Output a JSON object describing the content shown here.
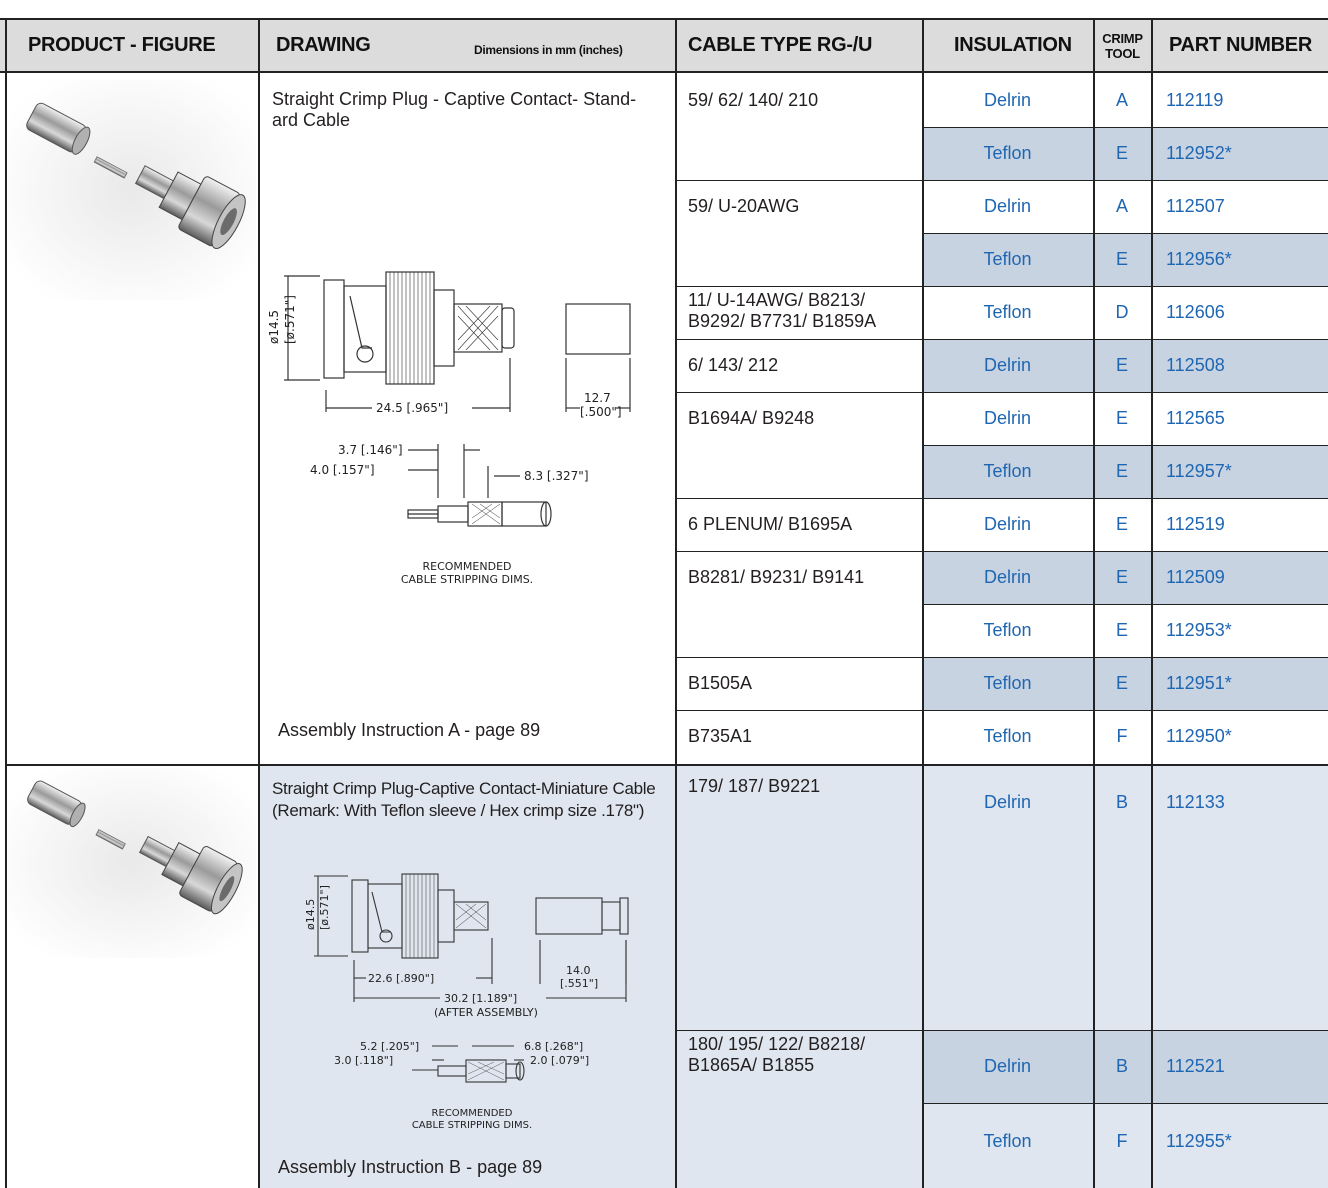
{
  "header": {
    "product_figure": "PRODUCT - FIGURE",
    "drawing": "DRAWING",
    "dimensions_note": "Dimensions in mm (inches)",
    "cable_type": "CABLE TYPE RG-/U",
    "insulation": "INSULATION",
    "crimp_tool_line1": "CRIMP",
    "crimp_tool_line2": "TOOL",
    "part_number": "PART NUMBER"
  },
  "section1": {
    "title": "Straight Crimp Plug - Captive Contact- Stand-ard Cable",
    "title_line1": "Straight Crimp Plug - Captive Contact- Stand-",
    "title_line2": "ard Cable",
    "assembly": "Assembly Instruction A - page 89",
    "drawing_labels": {
      "dia": "ø14.5",
      "dia_in": "[ø.571\"]",
      "len": "24.5 [.965\"]",
      "sleeve": "12.7",
      "sleeve_in": "[.500\"]",
      "d1": "3.7 [.146\"]",
      "d2": "4.0 [.157\"]",
      "d3": "8.3 [.327\"]",
      "rec1": "RECOMMENDED",
      "rec2": "CABLE STRIPPING DIMS."
    },
    "cables": [
      {
        "cable": "59/ 62/ 140/ 210",
        "rows": [
          {
            "ins": "Delrin",
            "tool": "A",
            "part": "112119"
          },
          {
            "ins": "Teflon",
            "tool": "E",
            "part": "112952*"
          }
        ]
      },
      {
        "cable": "59/ U-20AWG",
        "rows": [
          {
            "ins": "Delrin",
            "tool": "A",
            "part": "112507"
          },
          {
            "ins": "Teflon",
            "tool": "E",
            "part": "112956*"
          }
        ]
      },
      {
        "cable": "11/ U-14AWG/ B8213/ B9292/ B7731/ B1859A",
        "cable_line1": "11/ U-14AWG/ B8213/",
        "cable_line2": "B9292/ B7731/ B1859A",
        "rows": [
          {
            "ins": "Teflon",
            "tool": "D",
            "part": "112606"
          }
        ]
      },
      {
        "cable": "6/ 143/ 212",
        "rows": [
          {
            "ins": "Delrin",
            "tool": "E",
            "part": "112508"
          }
        ]
      },
      {
        "cable": "B1694A/ B9248",
        "rows": [
          {
            "ins": "Delrin",
            "tool": "E",
            "part": "112565"
          },
          {
            "ins": "Teflon",
            "tool": "E",
            "part": "112957*"
          }
        ]
      },
      {
        "cable": "6 PLENUM/ B1695A",
        "rows": [
          {
            "ins": "Delrin",
            "tool": "E",
            "part": "112519"
          }
        ]
      },
      {
        "cable": "B8281/ B9231/ B9141",
        "rows": [
          {
            "ins": "Delrin",
            "tool": "E",
            "part": "112509"
          },
          {
            "ins": "Teflon",
            "tool": "E",
            "part": "112953*"
          }
        ]
      },
      {
        "cable": "B1505A",
        "rows": [
          {
            "ins": "Teflon",
            "tool": "E",
            "part": "112951*"
          }
        ]
      },
      {
        "cable": "B735A1",
        "rows": [
          {
            "ins": "Teflon",
            "tool": "F",
            "part": "112950*"
          }
        ]
      }
    ]
  },
  "section2": {
    "title_line1": "Straight Crimp Plug-Captive Contact-Miniature Cable",
    "title_line2": "(Remark: With Teflon sleeve / Hex crimp size .178\")",
    "assembly": "Assembly Instruction B - page 89",
    "drawing_labels": {
      "dia": "ø14.5",
      "dia_in": "[ø.571\"]",
      "len": "22.6 [.890\"]",
      "sleeve": "14.0",
      "sleeve_in": "[.551\"]",
      "total": "30.2 [1.189\"]",
      "after": "(AFTER ASSEMBLY)",
      "d1": "5.2 [.205\"]",
      "d2": "3.0 [.118\"]",
      "d3": "6.8 [.268\"]",
      "d4": "2.0 [.079\"]",
      "rec1": "RECOMMENDED",
      "rec2": "CABLE STRIPPING DIMS."
    },
    "cables": [
      {
        "cable": "179/ 187/ B9221",
        "rows": [
          {
            "ins": "Delrin",
            "tool": "B",
            "part": "112133"
          }
        ]
      },
      {
        "cable_line1": "180/ 195/ 122/ B8218/",
        "cable_line2": "B1865A/ B1855",
        "rows": [
          {
            "ins": "Delrin",
            "tool": "B",
            "part": "112521"
          },
          {
            "ins": "Teflon",
            "tool": "F",
            "part": "112955*"
          }
        ]
      }
    ]
  },
  "colors": {
    "accent_blue": "#1f66b2",
    "row_shade": "#c8d3e2",
    "section_shade": "#dfe6ef",
    "header_bg": "#dcdcdc"
  }
}
